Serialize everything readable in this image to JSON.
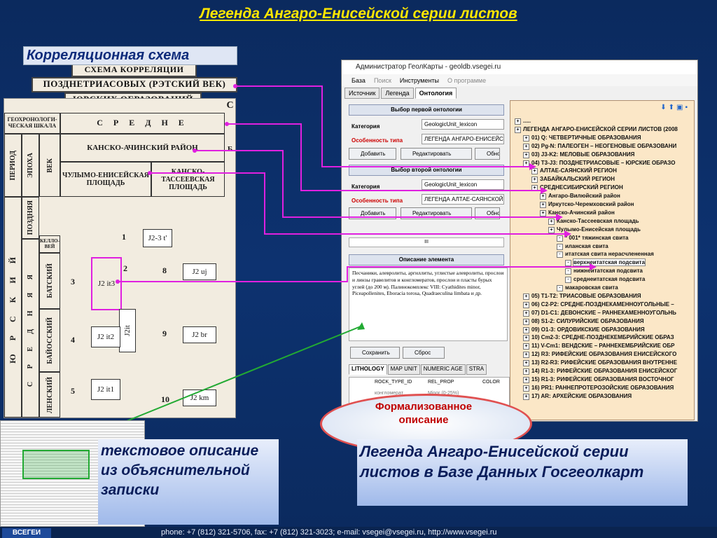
{
  "title": "Легенда Ангаро-Енисейской серии листов",
  "corr_label": "Корреляционная схема",
  "scan": {
    "hdr1": "СХЕМА КОРРЕЛЯЦИИ",
    "hdr2": "ПОЗДНЕТРИАСОВЫХ (РЭТСКИЙ ВЕК)",
    "hdr3": "ЮРСКИХ ОБРАЗОВАНИЙ",
    "corner": "С",
    "geo_scale": "ГЕОХРОНОЛОГИ-ЧЕСКАЯ ШКАЛА",
    "period": "ПЕРИОД",
    "epoch": "ЭПОХА",
    "age": "ВЕК",
    "srednyaya": "С Р Е Д Н Е",
    "kansk_region": "КАНСКО-АЧИНСКИЙ РАЙОН",
    "chulym": "ЧУЛЫМО-ЕНИСЕЙСКАЯ ПЛОЩАДЬ",
    "kansk_tass": "КАНСКО-ТАССЕЕВСКАЯ ПЛОЩАДЬ",
    "b_edge": "Б",
    "pozdnyaya": "ПОЗДНЯЯ",
    "kello": "КЕЛЛО-ВЕЙ",
    "batsky": "БАТСКИЙ",
    "bayossky": "БАЙОССКИЙ",
    "alensky": "ЛЕНСКИЙ",
    "yura": "Ю Р С К И Й",
    "sred": "С Р Е Д Н Я Я",
    "n1": "1",
    "i1": "J2-3 t'",
    "n2": "2",
    "n3": "3",
    "n4": "4",
    "n5": "5",
    "n8": "8",
    "n9": "9",
    "n10": "10",
    "i_jit3": "J2 it3",
    "i_jit": "J2it",
    "i_jit2": "J2 it2",
    "i_jit1": "J2 it1",
    "i_uj": "J2 uj",
    "i_br": "J2 br",
    "i_km": "J2 km"
  },
  "app": {
    "window_title": "Администратор ГеолКарты - geoldb.vsegei.ru",
    "menu": [
      "База",
      "Поиск",
      "Инструменты",
      "О программе"
    ],
    "tabs": [
      "Источник",
      "Легенда",
      "Онтология"
    ],
    "first_ont": "Выбор первой онтологии",
    "second_ont": "Выбор второй онтологии",
    "category": "Категория",
    "type_feature": "Особенность типа",
    "cat_val1": "GeologicUnit_lexicon",
    "type_val1": "ЛЕГЕНДА АНГАРО-ЕНИСЕЙС",
    "cat_val2": "GeologicUnit_lexicon",
    "type_val2": "ЛЕГЕНДА АЛТАЕ-САЯНСКОЙ",
    "btn_add": "Добавить",
    "btn_edit": "Редактировать",
    "btn_refresh": "Обнов",
    "scroll_mark": "III",
    "desc_title": "Описание элемента",
    "desc_text": "Песчаники, алевролиты, аргиллиты, углистые алевролиты, прослои и линзы гравелитов и конгломератов, прослои и пласты бурых углей (до 200 м). Палинокомплекс VIII: Cyathidites minor, Piceapollenites, Eboracia torosa, Quadraeculina limbata и др.",
    "btn_save": "Сохранить",
    "btn_reset": "Сброс",
    "bottom_tabs": [
      "LITHOLOGY",
      "MAP UNIT",
      "NUMERIC AGE",
      "STRA"
    ],
    "grid_cols": [
      "ROCK_TYPE_ID",
      "REL_PROP",
      "COLOR"
    ],
    "grid_r1": [
      "конгломерат",
      "Minor (0-25%)"
    ]
  },
  "tree": [
    {
      "t": ".....",
      "lvl": 0
    },
    {
      "t": "ЛЕГЕНДА АНГАРО-ЕНИСЕЙСКОЙ СЕРИИ ЛИСТОВ (2008",
      "lvl": 0
    },
    {
      "t": "01) Q: ЧЕТВЕРТИЧНЫЕ ОБРАЗОВАНИЯ",
      "lvl": 1
    },
    {
      "t": "02) Pg-N: ПАЛЕОГЕН – НЕОГЕНОВЫЕ ОБРАЗОВАНИ",
      "lvl": 1
    },
    {
      "t": "03) J3-K2: МЕЛОВЫЕ ОБРАЗОВАНИЯ",
      "lvl": 1
    },
    {
      "t": "04) T3-J3: ПОЗДНЕТРИАСОВЫЕ – ЮРСКИЕ ОБРАЗО",
      "lvl": 1
    },
    {
      "t": "АЛТАЕ-САЯНСКИЙ РЕГИОН",
      "lvl": 2
    },
    {
      "t": "ЗАБАЙКАЛЬСКИЙ РЕГИОН",
      "lvl": 2
    },
    {
      "t": "СРЕДНЕСИБИРСКИЙ РЕГИОН",
      "lvl": 2
    },
    {
      "t": "Ангаро-Вилюйский район",
      "lvl": 3
    },
    {
      "t": "Иркутско-Черемховский район",
      "lvl": 3
    },
    {
      "t": "Канско-Ачинский район",
      "lvl": 3
    },
    {
      "t": "Канско-Тассеевская площадь",
      "lvl": 4
    },
    {
      "t": "Чулымо-Енисейская площадь",
      "lvl": 4
    },
    {
      "t": "* 001* тяжинская свита",
      "lvl": 5
    },
    {
      "t": "иланская свита",
      "lvl": 5
    },
    {
      "t": "итатская свита нерасчлененная",
      "lvl": 5
    },
    {
      "t": "верхнеитатская подсвита",
      "lvl": 6,
      "sel": true
    },
    {
      "t": "нижнеитатская подсвита",
      "lvl": 6
    },
    {
      "t": "среднеитатская подсвита",
      "lvl": 6
    },
    {
      "t": "макаровская свита",
      "lvl": 5
    },
    {
      "t": "05) T1-T2: ТРИАСОВЫЕ ОБРАЗОВАНИЯ",
      "lvl": 1
    },
    {
      "t": "06) C2-P2: СРЕДНЕ-ПОЗДНЕКАМЕННОУГОЛЬНЫЕ –",
      "lvl": 1
    },
    {
      "t": "07) D1-C1: ДЕВОНСКИЕ – РАННЕКАМЕННОУГОЛЬНЬ",
      "lvl": 1
    },
    {
      "t": "08) S1-2: СИЛУРИЙСКИЕ ОБРАЗОВАНИЯ",
      "lvl": 1
    },
    {
      "t": "09) O1-3: ОРДОВИКСКИЕ ОБРАЗОВАНИЯ",
      "lvl": 1
    },
    {
      "t": "10) Cm2-3: СРЕДНЕ-ПОЗДНЕКЕМБРИЙСКИЕ ОБРАЗ",
      "lvl": 1
    },
    {
      "t": "11) V-Cm1: ВЕНДСКИЕ – РАННЕКЕМБРИЙСКИЕ ОБР",
      "lvl": 1
    },
    {
      "t": "12) R3: РИФЕЙСКИЕ ОБРАЗОВАНИЯ ЕНИСЕЙСКОГО",
      "lvl": 1
    },
    {
      "t": "13) R2-R3: РИФЕЙСКИЕ ОБРАЗОВАНИЯ ВНУТРЕННЕ",
      "lvl": 1
    },
    {
      "t": "14) R1-3: РИФЕЙСКИЕ ОБРАЗОВАНИЯ ЕНИСЕЙСКОГ",
      "lvl": 1
    },
    {
      "t": "15) R1-3: РИФЕЙСКИЕ ОБРАЗОВАНИЯ ВОСТОЧНОГ",
      "lvl": 1
    },
    {
      "t": "16) PR1: РАННЕПРОТЕРОЗОЙСКИЕ ОБРАЗОВАНИЯ",
      "lvl": 1
    },
    {
      "t": "17) AR: АРХЕЙСКИЕ ОБРАЗОВАНИЯ",
      "lvl": 1
    }
  ],
  "formalized": "Формализованное описание",
  "text_desc": "текстовое описание из объяснительной записки",
  "legend_db": "Легенда Ангаро-Енисейской серии листов в Базе Данных Госгеолкарт",
  "footer": "phone: +7 (812) 321-5706, fax: +7 (812) 321-3023; e-mail: vsegei@vsegei.ru,  http://www.vsegei.ru",
  "logo": "ВСЕГЕИ",
  "colors": {
    "title": "#ffe600",
    "link": "#e020e0",
    "arrow_green": "#22aa33",
    "ellipse_border": "#e05050"
  }
}
